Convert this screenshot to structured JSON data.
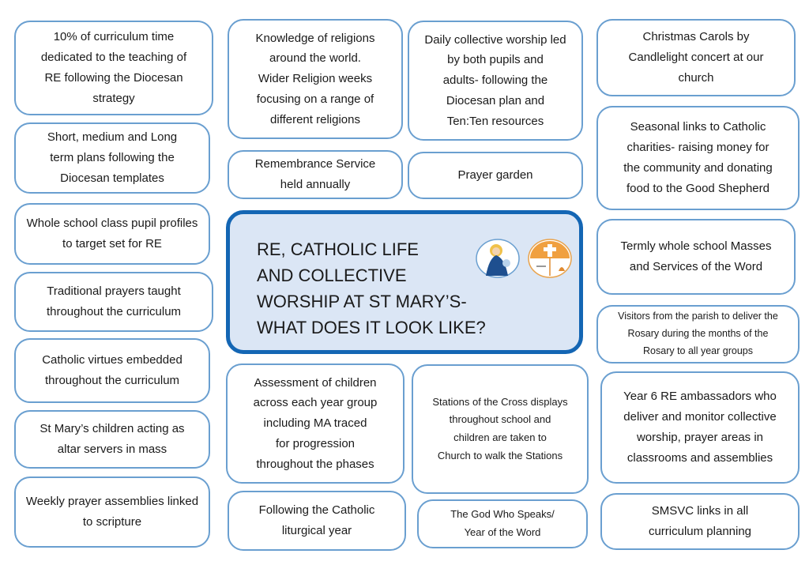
{
  "center": {
    "title": "RE, CATHOLIC LIFE\nAND COLLECTIVE\nWORSHIP AT ST MARY’S-\nWHAT DOES IT LOOK LIKE?"
  },
  "colors": {
    "box_border": "#6a9fd0",
    "center_border": "#1466b4",
    "center_fill": "#dbe6f5"
  },
  "icons": [
    "saint-mary-icon",
    "diocese-crest-icon"
  ],
  "left_column": [
    "10% of curriculum time\ndedicated to the teaching of\nRE following the Diocesan\nstrategy",
    "Short, medium and Long\nterm plans following the\nDiocesan templates",
    "Whole school class pupil profiles\nto target set for RE",
    "Traditional prayers taught\nthroughout the curriculum",
    "Catholic virtues embedded\nthroughout the curriculum",
    "St Mary’s children acting as\naltar servers in mass",
    "Weekly prayer assemblies linked\nto scripture"
  ],
  "middle_top": [
    "Knowledge of religions\naround the world.\nWider Religion weeks\nfocusing on a range of\ndifferent religions",
    "Daily collective worship led\nby both pupils and\nadults- following the\nDiocesan plan and\nTen:Ten resources",
    "Remembrance Service\nheld annually",
    "Prayer garden"
  ],
  "middle_bottom": [
    "Assessment of children\nacross each year group\nincluding MA traced\nfor progression\nthroughout the phases",
    "Stations of the Cross displays\nthroughout school and\nchildren are taken to\nChurch to walk the Stations",
    "Following the Catholic\nliturgical year",
    "The God Who Speaks/\nYear of the Word"
  ],
  "right_column": [
    "Christmas Carols by\nCandlelight concert at our\nchurch",
    "Seasonal links to Catholic\ncharities- raising money for\nthe community and donating\nfood to the Good Shepherd",
    "Termly whole school Masses\nand Services of the Word",
    "Visitors from the parish to deliver the\nRosary during the months of the\nRosary to all year groups",
    "Year 6 RE ambassadors who\ndeliver and monitor collective\nworship, prayer areas in\nclassrooms and assemblies",
    "SMSVC links in all\ncurriculum planning"
  ]
}
